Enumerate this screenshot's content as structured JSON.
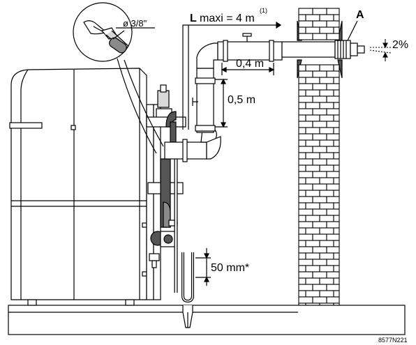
{
  "figure_id": "8577N221",
  "labels": {
    "length_symbol": "L",
    "length_text": "maxi = 4 m",
    "length_note": "(1)",
    "diameter": "ø 3/8\"",
    "point_a": "A",
    "slope": "2%",
    "horizontal_dim": "0,4 m",
    "vertical_dim": "0,5 m",
    "trap_dim": "50 mm*"
  },
  "colors": {
    "line": "#000000",
    "dark_fill": "#555555",
    "mid_fill": "#8a8a8a",
    "light_fill": "#d9d9d9",
    "brick_fill": "#ffffff"
  }
}
